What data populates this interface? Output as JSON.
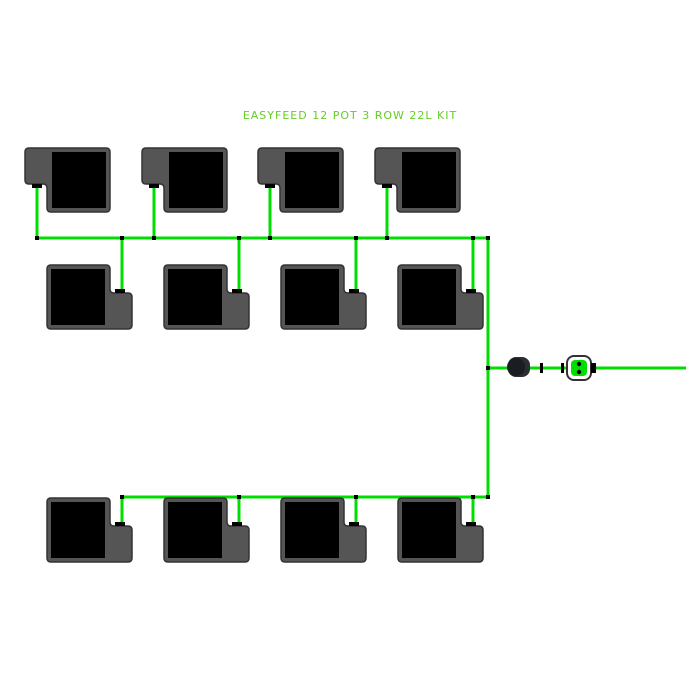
{
  "title": "EASYFEED 12 POT 3 ROW 22L KIT",
  "colors": {
    "pipe": "#00dd00",
    "pot_outer": "#555555",
    "pot_inner": "#000000",
    "title": "#66cc22"
  },
  "rows": [
    {
      "name": "top",
      "pots": 4
    },
    {
      "name": "middle",
      "pots": 4
    },
    {
      "name": "bottom",
      "pots": 4
    }
  ]
}
